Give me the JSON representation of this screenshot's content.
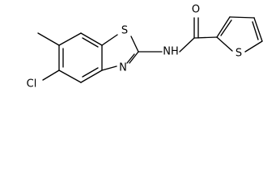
{
  "structure": {
    "atom_labels": {
      "chlorine": "Cl",
      "benzothiazole_sulfur": "S",
      "benzothiazole_nitrogen": "N",
      "amide_nitrogen": "NH",
      "carbonyl_oxygen": "O",
      "thiophene_sulfur": "S"
    }
  }
}
